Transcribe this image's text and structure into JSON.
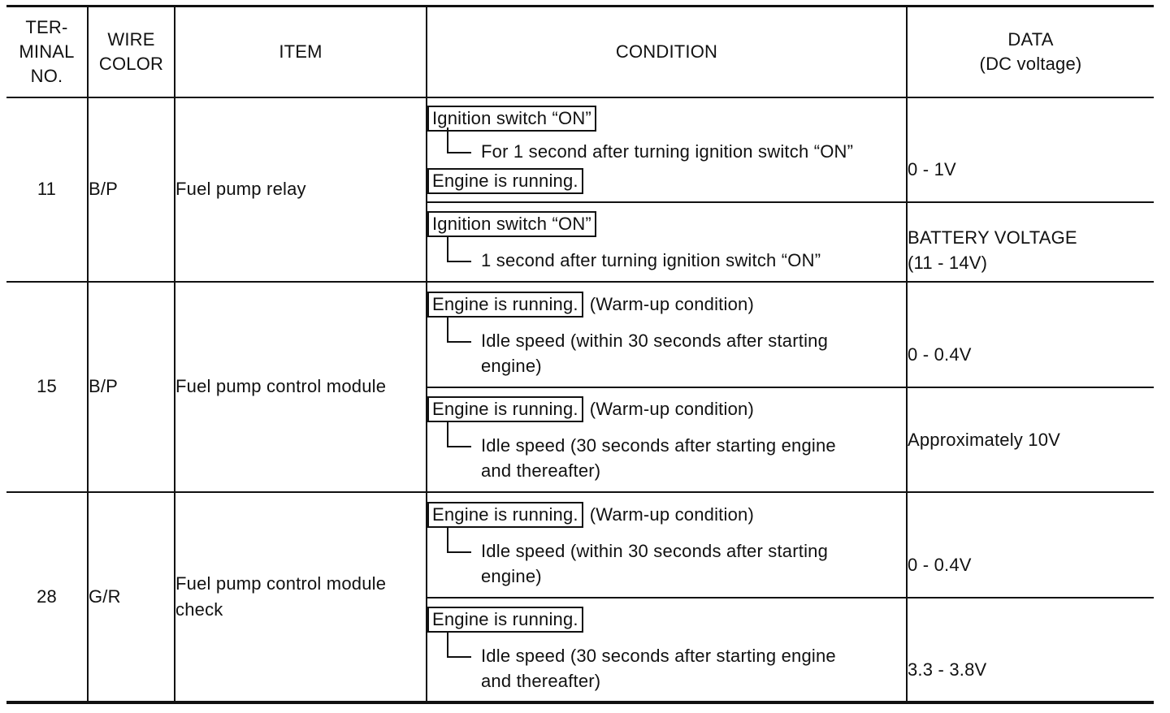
{
  "header": {
    "terminal_no": "TER-\nMINAL\nNO.",
    "wire_color": "WIRE\nCOLOR",
    "item": "ITEM",
    "condition": "CONDITION",
    "data": "DATA\n(DC voltage)"
  },
  "rows": [
    {
      "terminal": "11",
      "wire": "B/P",
      "item": "Fuel pump relay",
      "conditions": [
        {
          "box": "Ignition switch “ON”",
          "note": "",
          "sub": "For 1 second after turning ignition switch “ON”",
          "box2": "Engine is running.",
          "data": "0 - 1V"
        },
        {
          "box": "Ignition switch “ON”",
          "note": "",
          "sub": "1 second after turning ignition switch “ON”",
          "data": "BATTERY VOLTAGE\n(11 - 14V)"
        }
      ]
    },
    {
      "terminal": "15",
      "wire": "B/P",
      "item": "Fuel pump control module",
      "conditions": [
        {
          "box": "Engine is running.",
          "note": "(Warm-up condition)",
          "sub": "Idle speed (within 30 seconds after starting engine)",
          "data": "0 - 0.4V"
        },
        {
          "box": "Engine is running.",
          "note": "(Warm-up condition)",
          "sub": "Idle speed (30 seconds after starting engine and thereafter)",
          "data": "Approximately 10V"
        }
      ]
    },
    {
      "terminal": "28",
      "wire": "G/R",
      "item": "Fuel pump control module check",
      "conditions": [
        {
          "box": "Engine is running.",
          "note": "(Warm-up condition)",
          "sub": "Idle speed (within 30 seconds after starting engine)",
          "data": "0 - 0.4V"
        },
        {
          "box": "Engine is running.",
          "note": "",
          "sub": "Idle speed (30 seconds after starting engine and thereafter)",
          "data": "3.3 - 3.8V"
        }
      ]
    }
  ]
}
